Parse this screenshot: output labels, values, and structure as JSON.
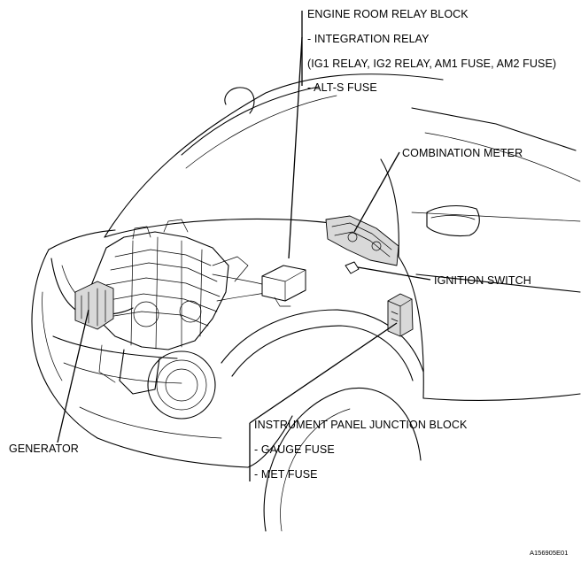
{
  "labels": {
    "engine_room_relay_block": "ENGINE ROOM RELAY BLOCK",
    "integration_relay": "- INTEGRATION RELAY",
    "relay_fuse_list": "(IG1 RELAY, IG2 RELAY, AM1 FUSE, AM2 FUSE)",
    "alt_s_fuse": "- ALT-S FUSE",
    "combination_meter": "COMBINATION METER",
    "ignition_switch": "IGNITION SWITCH",
    "instrument_panel_junction_block": "INSTRUMENT PANEL JUNCTION BLOCK",
    "gauge_fuse": "- GAUGE FUSE",
    "met_fuse": "- MET FUSE",
    "generator": "GENERATOR"
  },
  "figure_code": "A156905E01",
  "colors": {
    "line": "#000000",
    "background": "#ffffff",
    "component_shade": "#d9d9d9"
  }
}
